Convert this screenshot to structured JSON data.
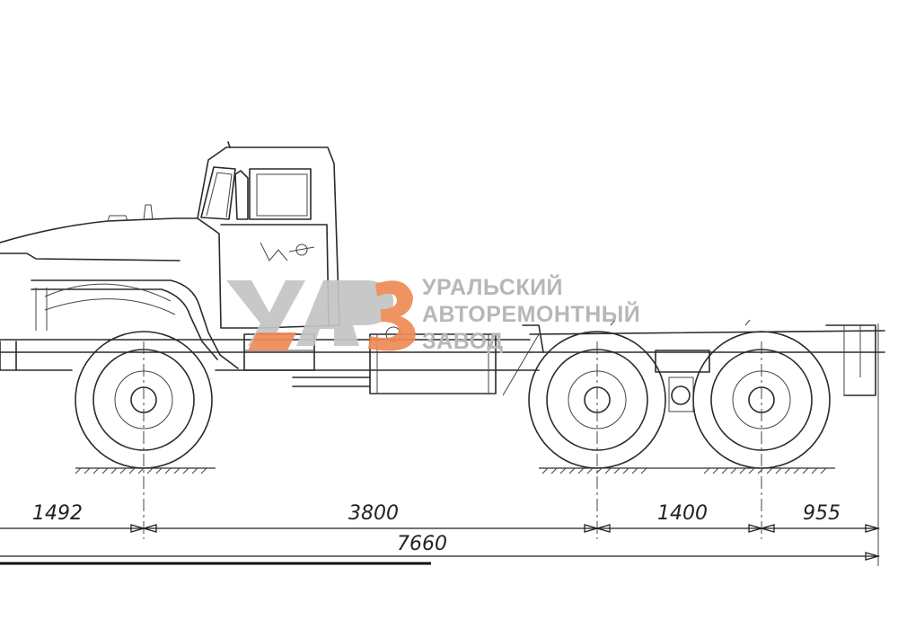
{
  "dimensions": {
    "front_overhang": "1492",
    "wheelbase_front_to_mid": "3800",
    "tandem_spacing": "1400",
    "rear_overhang": "955",
    "overall_length": "7660"
  },
  "watermark": {
    "logo_text": "УАРЗ",
    "line1": "УРАЛЬСКИЙ",
    "line2": "АВТОРЕМОНТНЫЙ",
    "line3": "ЗАВОД",
    "logo_color": "#ee8a55",
    "logo_gray": "#c4c4c4",
    "text_color": "#b7b7b7"
  },
  "drawing": {
    "line_color": "#2a2a2a",
    "background": "#ffffff"
  }
}
